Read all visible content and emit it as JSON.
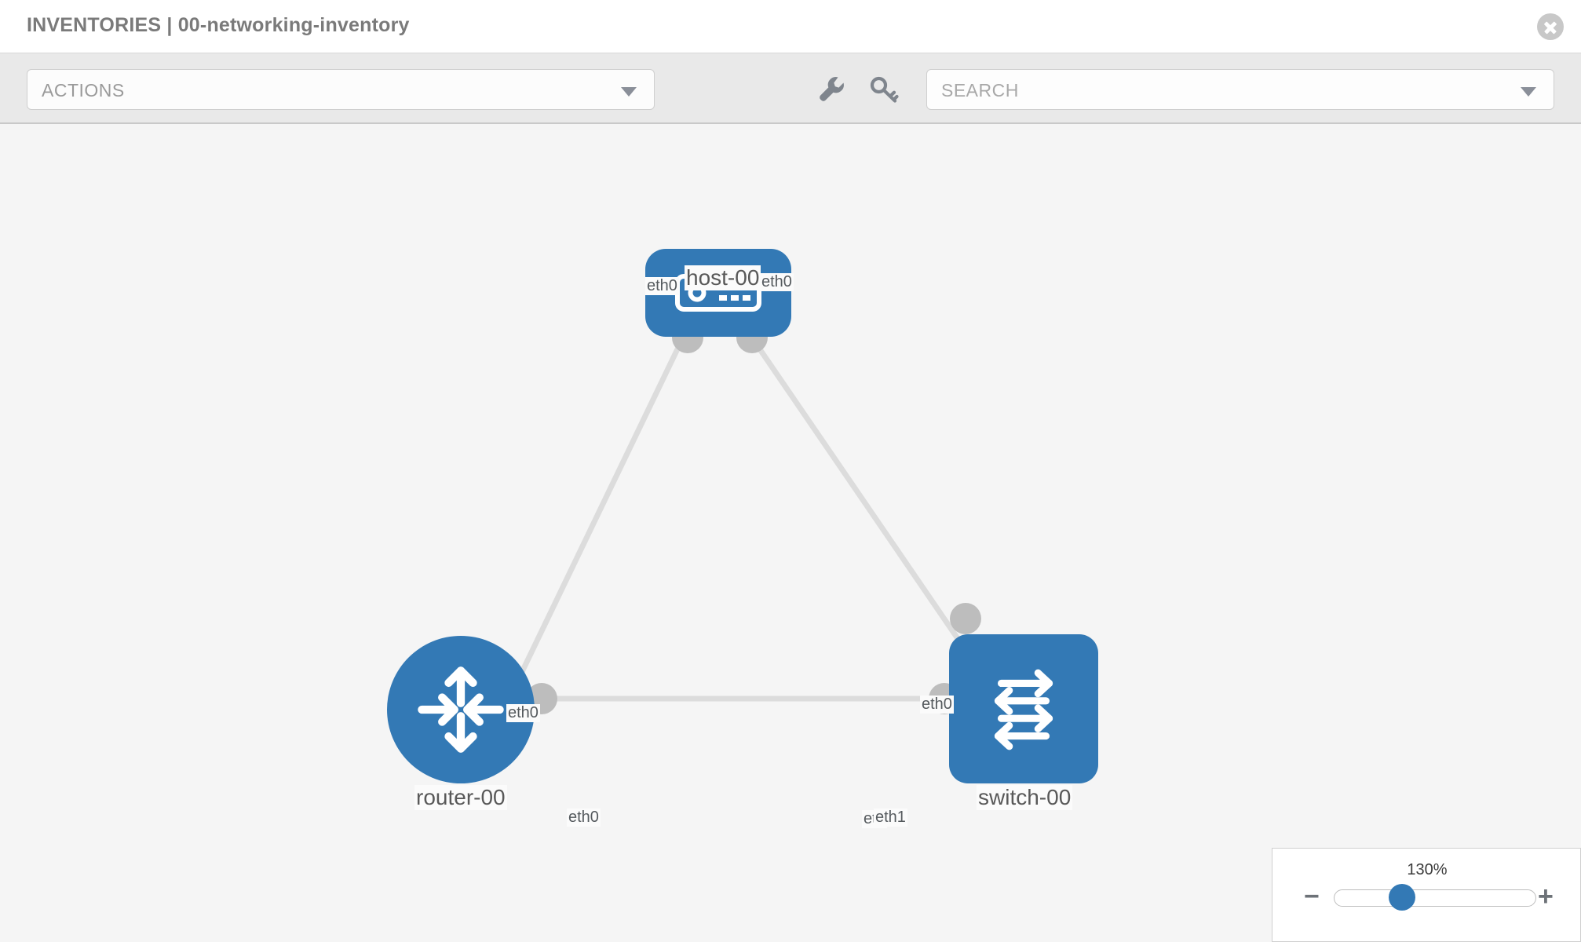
{
  "header": {
    "title": "INVENTORIES | 00-networking-inventory",
    "close_icon": "close-circle-icon"
  },
  "toolbar": {
    "actions_label": "ACTIONS",
    "actions_caret_icon": "chevron-down-icon",
    "wrench_icon": "wrench-icon",
    "key_icon": "key-icon",
    "search_placeholder": "SEARCH",
    "search_caret_icon": "chevron-down-icon"
  },
  "topology": {
    "nodes": [
      {
        "id": "host-00",
        "label": "host-00",
        "type": "host",
        "icon": "server-device-icon",
        "shape": "rounded-rect",
        "color": "#3379b5"
      },
      {
        "id": "router-00",
        "label": "router-00",
        "type": "router",
        "icon": "four-way-arrows-icon",
        "shape": "circle",
        "color": "#3379b5"
      },
      {
        "id": "switch-00",
        "label": "switch-00",
        "type": "switch",
        "icon": "bidirectional-arrows-icon",
        "shape": "rounded-square",
        "color": "#3379b5"
      }
    ],
    "edges": [
      {
        "from": "host-00",
        "to": "router-00",
        "from_label": "eth0",
        "to_label": "eth0"
      },
      {
        "from": "host-00",
        "to": "switch-00",
        "from_label": "eth0",
        "to_label": "eth0"
      },
      {
        "from": "router-00",
        "to": "switch-00",
        "from_label": "eth0",
        "to_label": "eth1"
      }
    ],
    "labels": {
      "host_name": "host-00",
      "router_name": "router-00",
      "switch_name": "switch-00",
      "host_left_iface": "eth0",
      "host_right_iface": "eth0",
      "router_up_iface": "eth0",
      "switch_up_iface": "eth0",
      "router_right_iface": "eth0",
      "switch_left_iface_a": "eth",
      "switch_left_iface_b": "eth1"
    },
    "edge_color": "#dcdcdc",
    "socket_color": "#bdbdbd"
  },
  "zoom": {
    "value": "130%",
    "minus_icon": "minus-icon",
    "plus_icon": "plus-icon",
    "slider_name": "zoom-slider"
  }
}
